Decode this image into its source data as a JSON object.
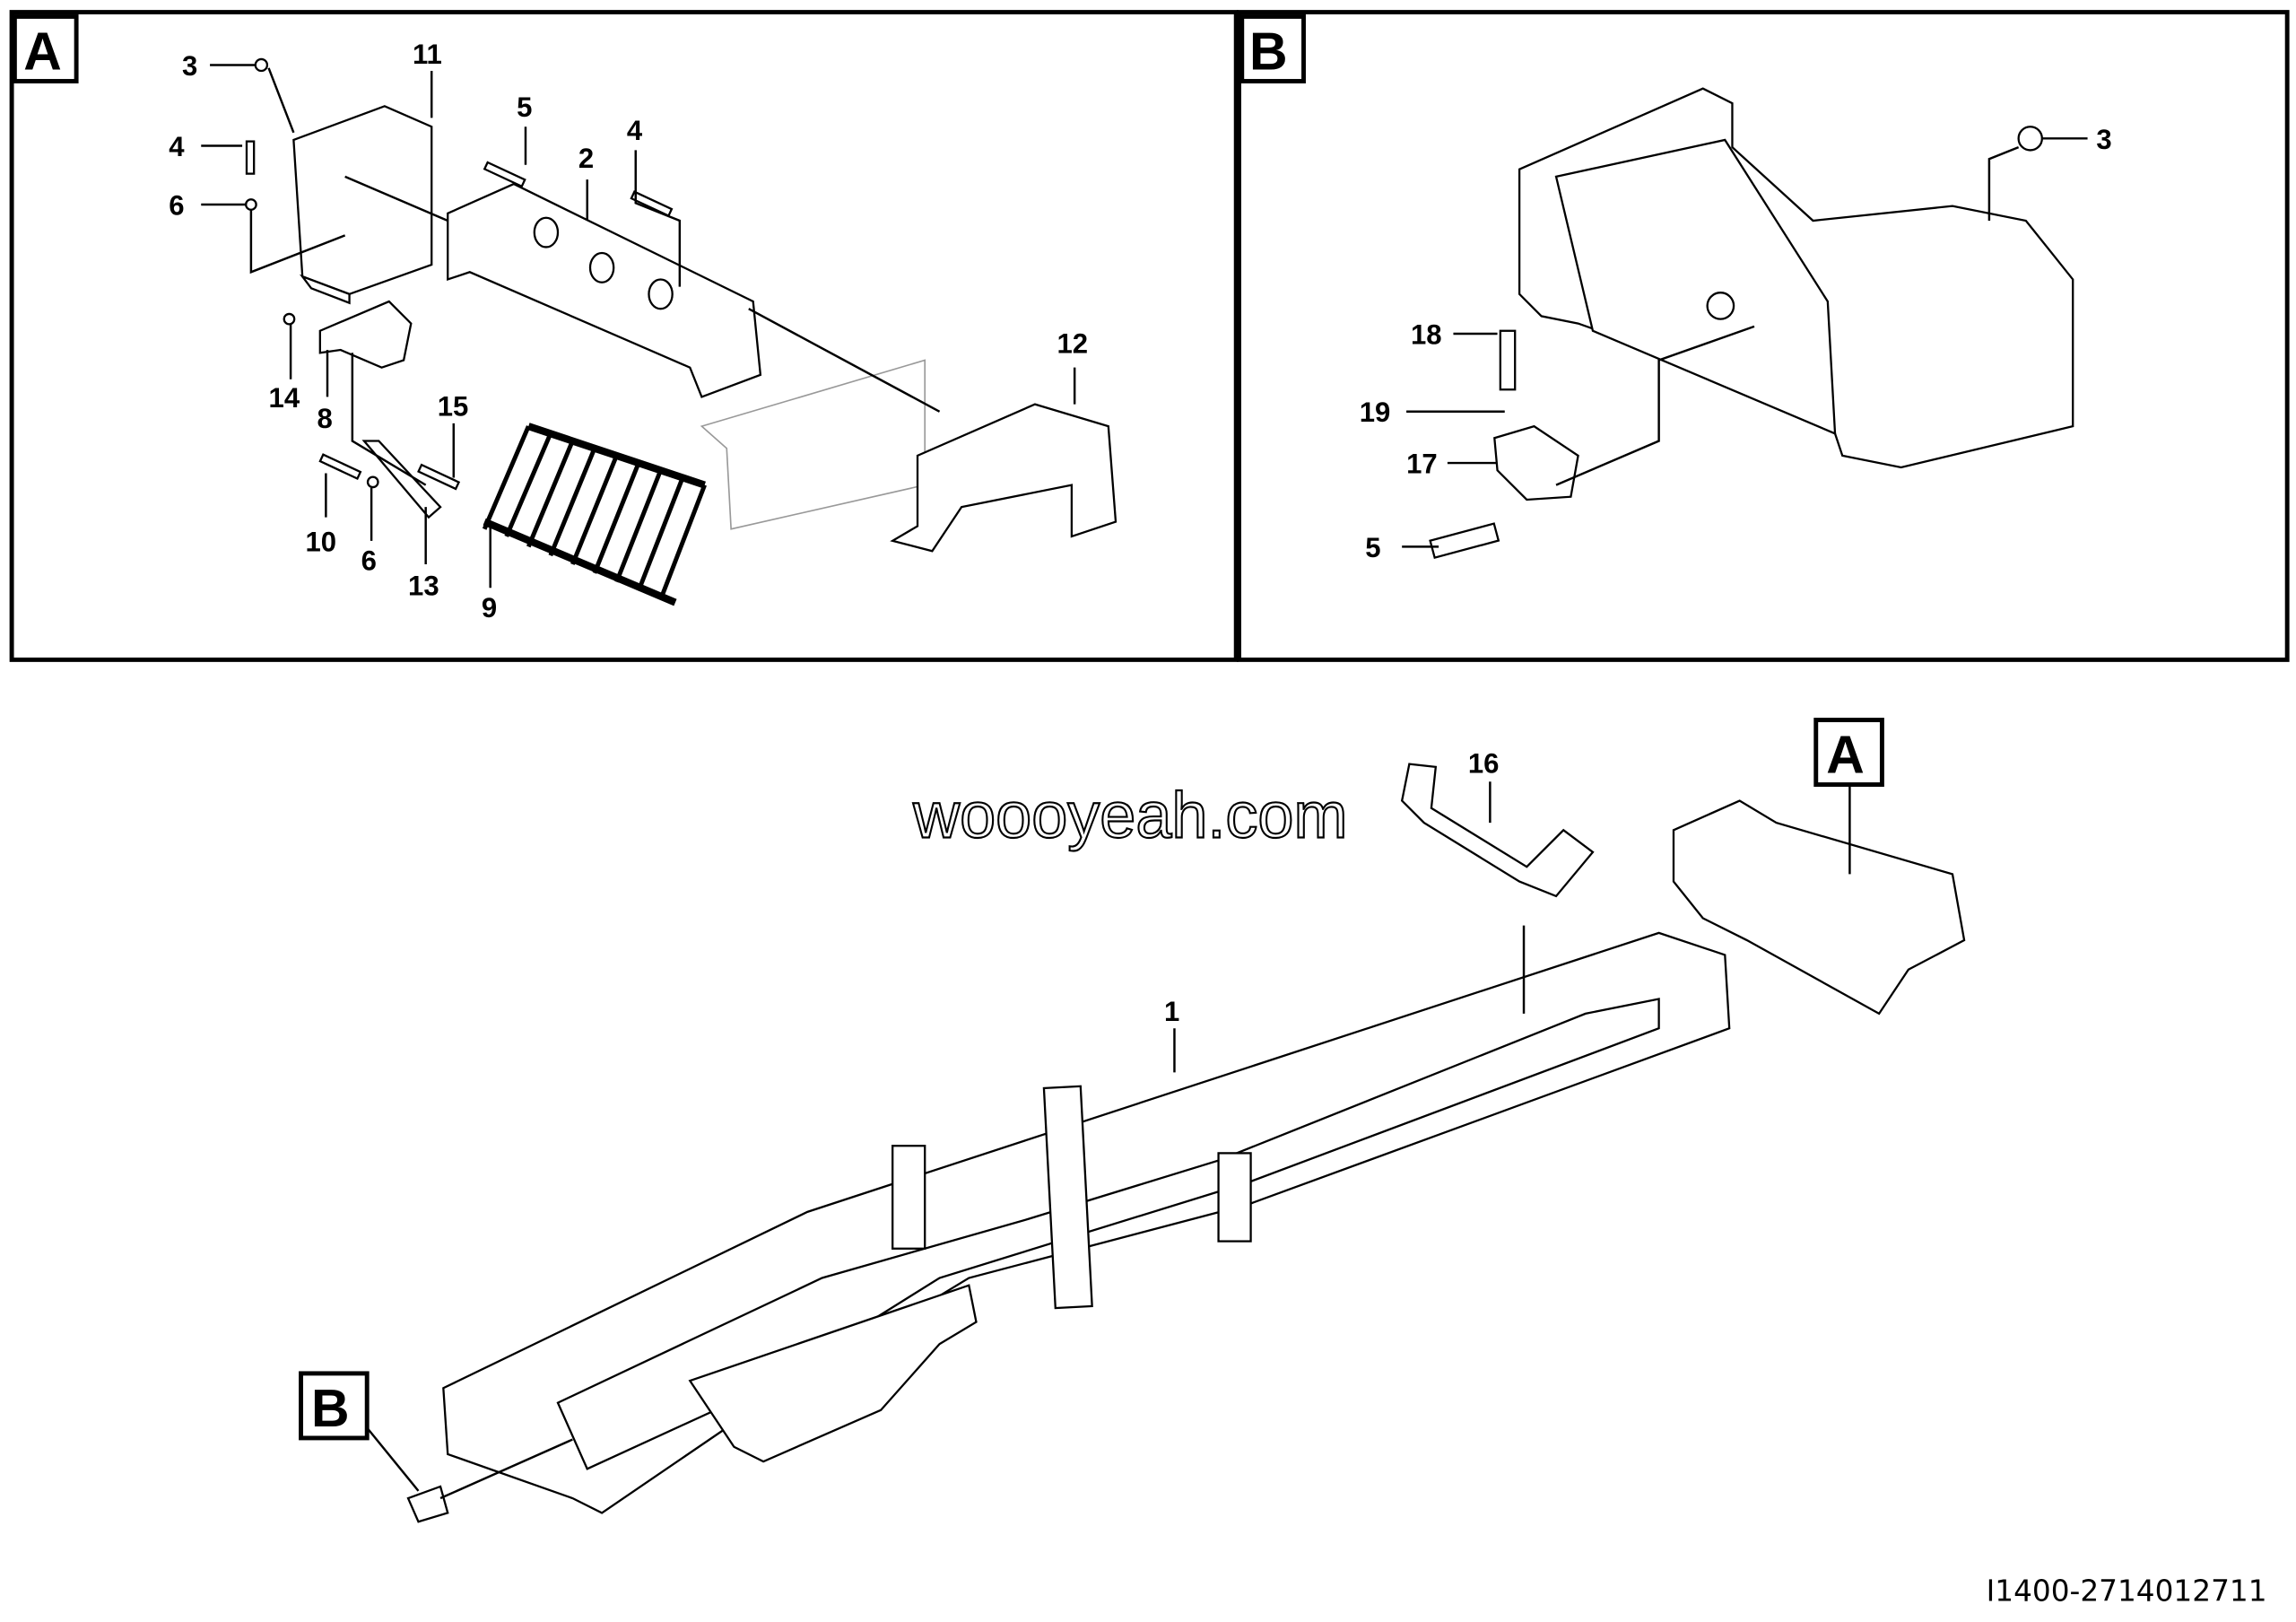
{
  "panels": {
    "a": {
      "letter": "A"
    },
    "b": {
      "letter": "B"
    }
  },
  "callouts_a": [
    "3",
    "11",
    "4",
    "6",
    "5",
    "2",
    "4",
    "12",
    "14",
    "8",
    "15",
    "10",
    "6",
    "13",
    "9"
  ],
  "callouts_b": [
    "3",
    "18",
    "19",
    "17",
    "5"
  ],
  "main": {
    "marker_a": "A",
    "marker_b": "B",
    "callout_1": "1",
    "callout_16": "16"
  },
  "watermark": "woooyeah.com",
  "document_id": "I1400-2714012711"
}
